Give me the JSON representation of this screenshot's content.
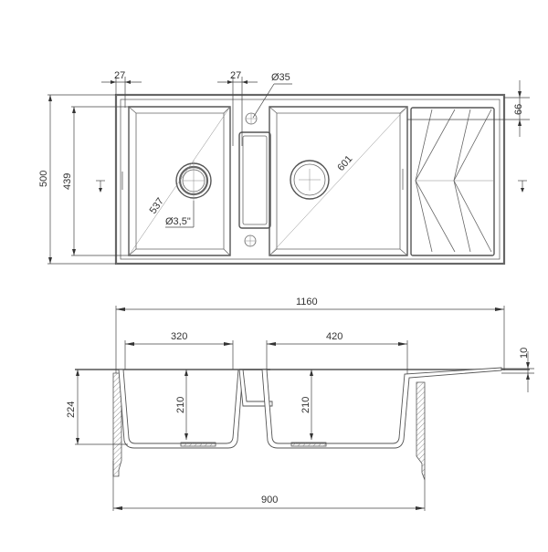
{
  "drawing": {
    "title": "Double bowl sink with drainer - dimension drawing",
    "units": "mm",
    "colors": {
      "line": "#555555",
      "dimension": "#444444",
      "background": "#ffffff"
    }
  },
  "top_view": {
    "dimensions": {
      "left_edge_offset": "27",
      "divider_offset": "27",
      "tap_hole_diameter": "Ø35",
      "overall_depth": "500",
      "bowl_depth": "439",
      "left_bowl_diagonal": "537",
      "right_bowl_diagonal": "601",
      "waste_diameter": "Ø3,5\"",
      "drainer_inset": "66"
    }
  },
  "section_view": {
    "dimensions": {
      "overall_width": "1160",
      "left_bowl_width": "320",
      "right_bowl_width": "420",
      "rim_thickness": "10",
      "overall_height": "224",
      "left_bowl_depth": "210",
      "right_bowl_depth": "210",
      "cabinet_width": "900"
    }
  }
}
